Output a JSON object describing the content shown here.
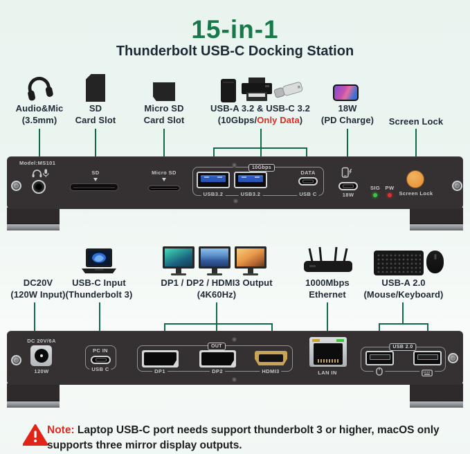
{
  "header": {
    "title": "15-in-1",
    "subtitle": "Thunderbolt USB-C Docking Station"
  },
  "row1": {
    "audio": {
      "l1": "Audio&Mic",
      "l2": "(3.5mm)"
    },
    "sd": {
      "l1": "SD",
      "l2": "Card Slot"
    },
    "microsd": {
      "l1": "Micro SD",
      "l2": "Card Slot"
    },
    "usb": {
      "l1": "USB-A 3.2 & USB-C 3.2",
      "l2_pre": "(10Gbps/",
      "l2_red": "Only Data",
      "l2_post": ")"
    },
    "pd": {
      "l1": "18W",
      "l2": "(PD Charge)"
    },
    "screenlock": {
      "l1": "Screen Lock"
    }
  },
  "front_panel": {
    "model": "Model:MS101",
    "sd": "SD",
    "micro_sd": "Micro SD",
    "badge_10g": "10Gbps",
    "usb1": "USB3.2",
    "usb2": "USB3.2",
    "data": "DATA",
    "usbc": "USB C",
    "w18": "18W",
    "sig": "SIG",
    "pw": "PW",
    "screen_lock": "Screen Lock"
  },
  "row2": {
    "dc": {
      "l1": "DC20V",
      "l2": "(120W Input)"
    },
    "usbc_in": {
      "l1": "USB-C Input",
      "l2": "(Thunderbolt 3)"
    },
    "display": {
      "l1": "DP1 / DP2 / HDMI3 Output",
      "l2": "(4K60Hz)"
    },
    "ethernet": {
      "l1": "1000Mbps",
      "l2": "Ethernet"
    },
    "usb20": {
      "l1": "USB-A 2.0",
      "l2": "(Mouse/Keyboard)"
    }
  },
  "back_panel": {
    "dc": "DC 20V/6A",
    "w120": "120W",
    "pcin": "PC IN",
    "usbc": "USB C",
    "out": "OUT",
    "dp1": "DP1",
    "dp2": "DP2",
    "hdmi3": "HDMI3",
    "lan": "LAN IN",
    "usb20": "USB 2.0"
  },
  "note": {
    "prefix": "Note:",
    "text": " Laptop USB-C port needs support thunderbolt 3 or higher, macOS only supports three mirror display outputs."
  },
  "colors": {
    "accent_green": "#17794a",
    "line_green": "#0e6b45",
    "dot_green": "#22a261",
    "alert_red": "#e02b20",
    "panel_gray": "#353132",
    "button_orange": "#eda24d"
  }
}
